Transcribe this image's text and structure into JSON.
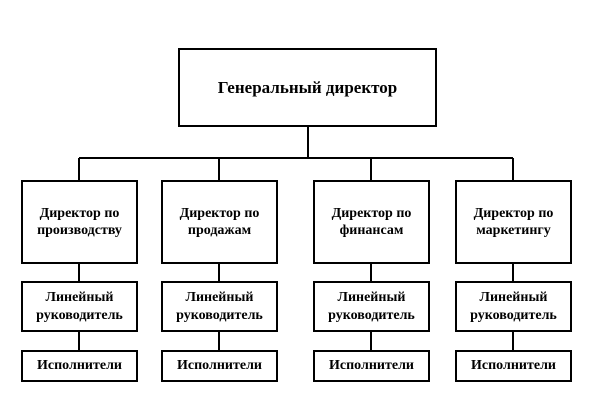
{
  "root": {
    "label": "Генеральный директор"
  },
  "columns": [
    {
      "director": "Директор по\nпроизводству",
      "line_manager": "Линейный\nруководитель",
      "executors": "Исполнители"
    },
    {
      "director": "Директор по\nпродажам",
      "line_manager": "Линейный\nруководитель",
      "executors": "Исполнители"
    },
    {
      "director": "Директор по\nфинансам",
      "line_manager": "Линейный\nруководитель",
      "executors": "Исполнители"
    },
    {
      "director": "Директор по\nмаркетингу",
      "line_manager": "Линейный\nруководитель",
      "executors": "Исполнители"
    }
  ]
}
